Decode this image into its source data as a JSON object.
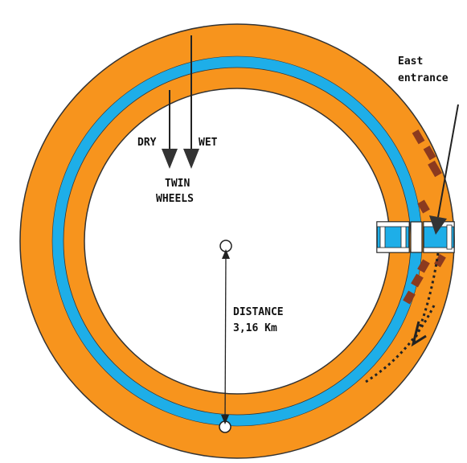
{
  "labels": {
    "dry": "DRY",
    "wet": "WET",
    "twin_line1": "TWIN",
    "twin_line2": "WHEELS",
    "east_line1": "East",
    "east_line2": "entrance",
    "distance_line1": "DISTANCE",
    "distance_line2": "3,16 Km"
  },
  "colors": {
    "track_orange": "#F7941D",
    "lane_blue": "#1EAEE8",
    "marker_brown": "#8B3A1F",
    "outline": "#222222",
    "arrow_dark": "#333333"
  }
}
